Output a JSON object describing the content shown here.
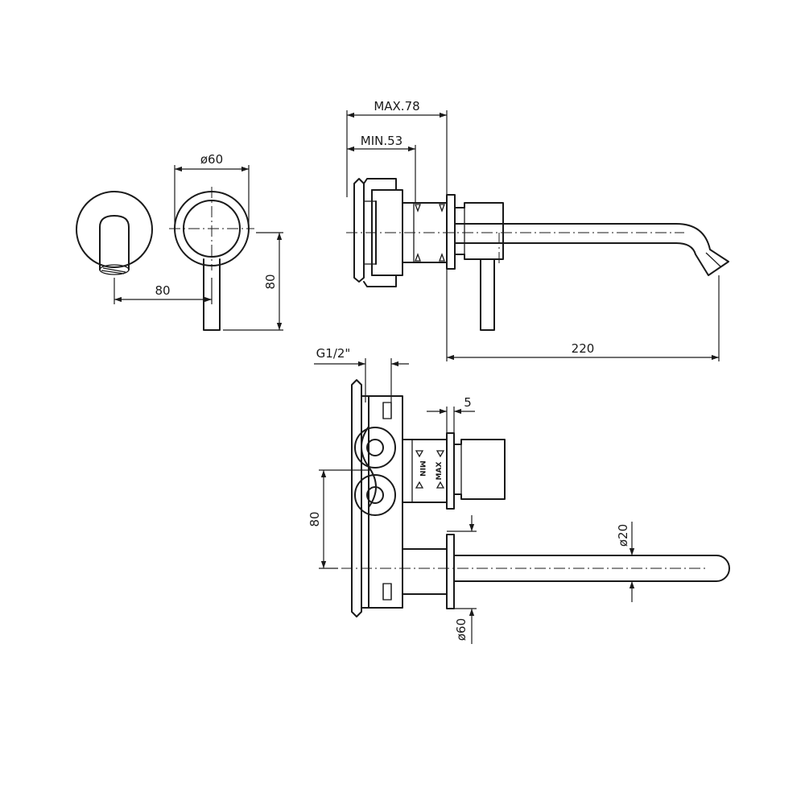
{
  "dimensions": {
    "plate_diameter": "ø60",
    "spout_offset": "80",
    "lever_height": "80",
    "max_depth": "MAX.78",
    "min_depth": "MIN.53",
    "spout_length": "220",
    "thread": "G1/2\"",
    "plate_thickness": "5",
    "box_height": "80",
    "spout_diameter": "ø20",
    "plate_diameter_bottom": "ø60"
  },
  "marks": {
    "min": "MIN",
    "max": "MAX"
  }
}
